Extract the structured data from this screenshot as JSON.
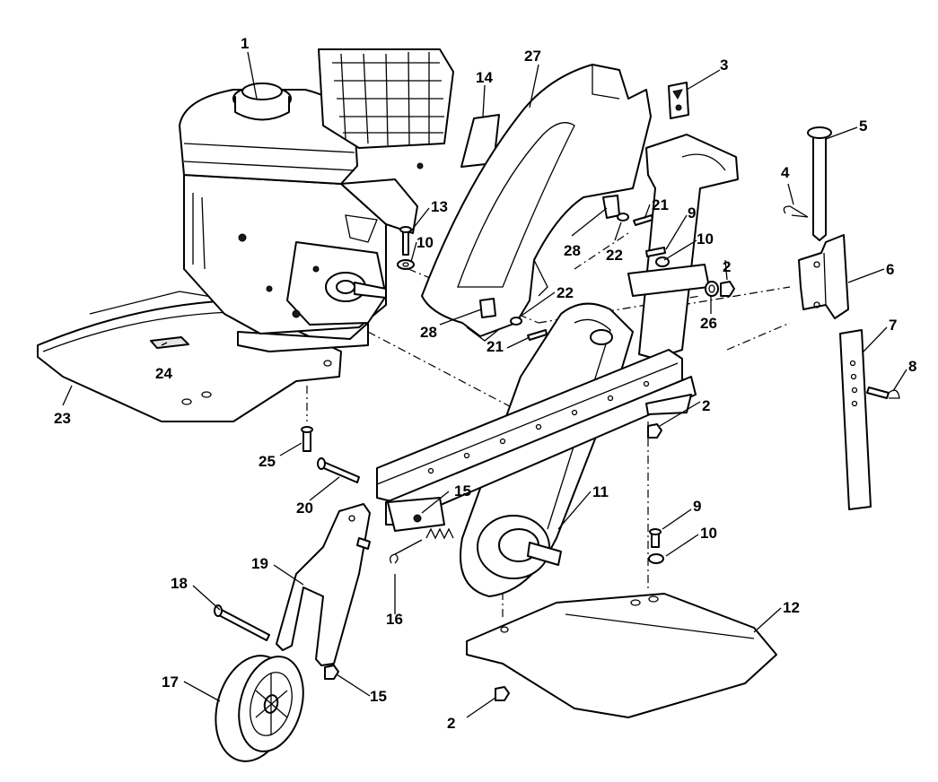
{
  "diagram": {
    "type": "exploded-parts-diagram",
    "colors": {
      "line": "#000000",
      "fill": "#ffffff",
      "shade": "#e6e6e6"
    },
    "callouts": [
      {
        "id": "c1",
        "label": "1"
      },
      {
        "id": "c2a",
        "label": "2"
      },
      {
        "id": "c2b",
        "label": "2"
      },
      {
        "id": "c2c",
        "label": "2"
      },
      {
        "id": "c3",
        "label": "3"
      },
      {
        "id": "c4",
        "label": "4"
      },
      {
        "id": "c5",
        "label": "5"
      },
      {
        "id": "c6",
        "label": "6"
      },
      {
        "id": "c7",
        "label": "7"
      },
      {
        "id": "c8",
        "label": "8"
      },
      {
        "id": "c9a",
        "label": "9"
      },
      {
        "id": "c9b",
        "label": "9"
      },
      {
        "id": "c10a",
        "label": "10"
      },
      {
        "id": "c10b",
        "label": "10"
      },
      {
        "id": "c10c",
        "label": "10"
      },
      {
        "id": "c11",
        "label": "11"
      },
      {
        "id": "c12",
        "label": "12"
      },
      {
        "id": "c13",
        "label": "13"
      },
      {
        "id": "c14",
        "label": "14"
      },
      {
        "id": "c15a",
        "label": "15"
      },
      {
        "id": "c15b",
        "label": "15"
      },
      {
        "id": "c16",
        "label": "16"
      },
      {
        "id": "c17",
        "label": "17"
      },
      {
        "id": "c18",
        "label": "18"
      },
      {
        "id": "c19",
        "label": "19"
      },
      {
        "id": "c20",
        "label": "20"
      },
      {
        "id": "c21a",
        "label": "21"
      },
      {
        "id": "c21b",
        "label": "21"
      },
      {
        "id": "c22a",
        "label": "22"
      },
      {
        "id": "c22b",
        "label": "22"
      },
      {
        "id": "c23",
        "label": "23"
      },
      {
        "id": "c24",
        "label": "24"
      },
      {
        "id": "c25",
        "label": "25"
      },
      {
        "id": "c26",
        "label": "26"
      },
      {
        "id": "c27",
        "label": "27"
      },
      {
        "id": "c28a",
        "label": "28"
      },
      {
        "id": "c28b",
        "label": "28"
      }
    ]
  }
}
